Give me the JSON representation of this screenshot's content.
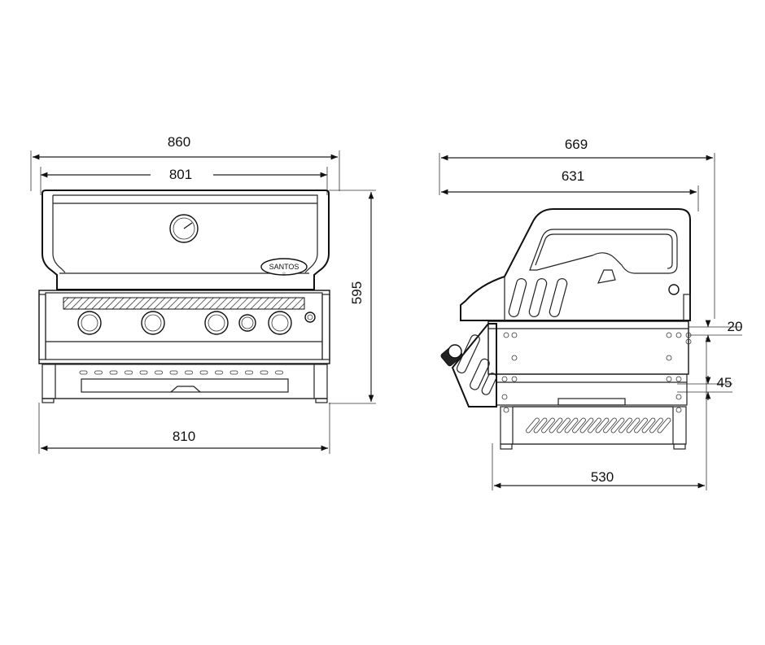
{
  "front_view": {
    "dimensions": {
      "total_width": "860",
      "lid_width": "801",
      "base_width": "810",
      "height": "595"
    },
    "brand_label": "SANTOS",
    "burner_knob_count": 4
  },
  "side_view": {
    "dimensions": {
      "total_depth": "669",
      "lid_depth": "631",
      "base_depth": "530",
      "lip_top": "20",
      "lip_mid": "45"
    }
  }
}
